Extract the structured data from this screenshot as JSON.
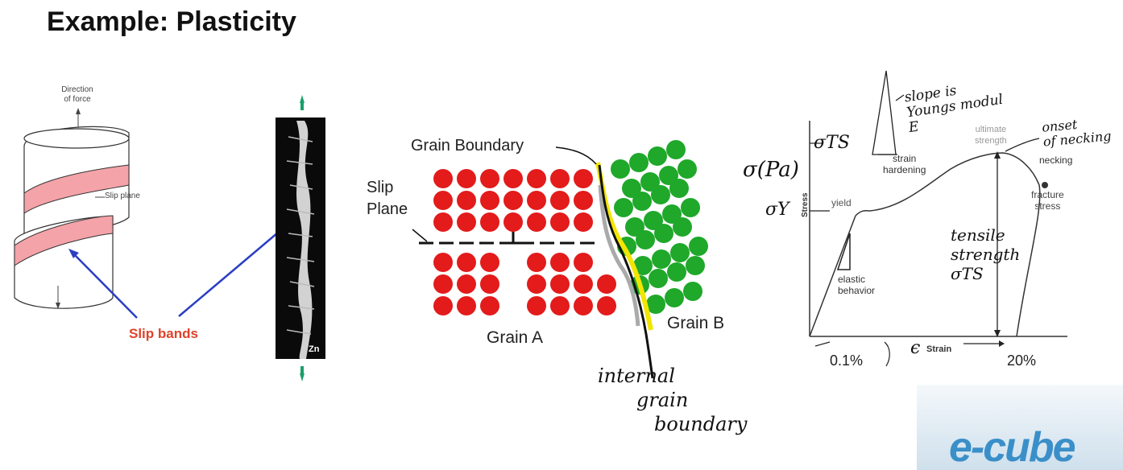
{
  "slide": {
    "title": "Example: Plasticity"
  },
  "slip_figure": {
    "direction_label_line1": "Direction",
    "direction_label_line2": "of force",
    "slip_plane_label": "Slip plane",
    "slip_bands_label": "Slip bands",
    "specimen_label": "Zn",
    "colors": {
      "slip_band": "#f4a3a8",
      "slip_bands_text": "#e0422a",
      "arrow": "#2b3fc4",
      "up_down_arrows": "#1aa06a"
    }
  },
  "grain_figure": {
    "grain_boundary_label": "Grain Boundary",
    "slip_plane_label_line1": "Slip",
    "slip_plane_label_line2": "Plane",
    "grain_a_label": "Grain A",
    "grain_b_label": "Grain B",
    "colors": {
      "grain_a": "#e31b1b",
      "grain_b": "#1fa82a",
      "boundary": "#f2e600"
    }
  },
  "stress_strain": {
    "ylabel": "Stress",
    "xlabel": "Strain",
    "labels": {
      "yield": "yield",
      "strain_hardening_line1": "strain",
      "strain_hardening_line2": "hardening",
      "ultimate_line1": "ultimate",
      "ultimate_line2": "strength",
      "necking": "necking",
      "fracture_line1": "fracture",
      "fracture_line2": "stress",
      "elastic_line1": "elastic",
      "elastic_line2": "behavior",
      "strain_01": "0.1%",
      "strain_20": "20%"
    },
    "handwritten": {
      "sigma_ts": "σTS",
      "sigma_pa": "σ(Pa)",
      "sigma_y": "σY",
      "slope_line1": "slope is",
      "slope_line2": "Youngs modul",
      "slope_line3": "E",
      "onset_line1": "onset",
      "onset_line2": "of necking",
      "tensile_line1": "tensile",
      "tensile_line2": "strength",
      "tensile_line3": "σTS",
      "epsilon": "ϵ"
    }
  },
  "annotation": {
    "line1": "internal",
    "line2": "grain",
    "line3": "boundary"
  },
  "logo": {
    "text": "e-cube"
  }
}
